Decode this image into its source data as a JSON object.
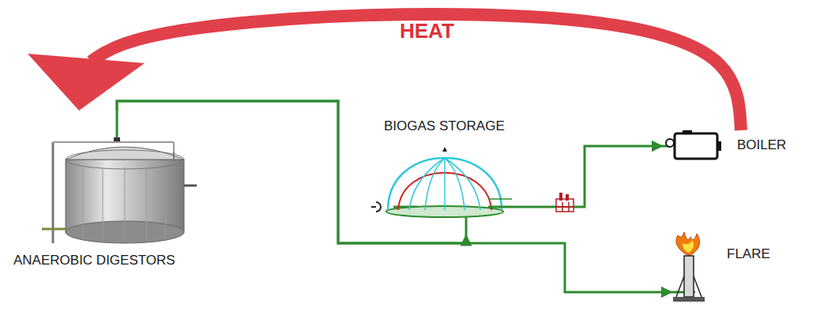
{
  "diagram": {
    "nodes": [
      {
        "text": [
          "ANAEROBIC DIGESTORS"
        ]
      },
      {
        "text": [
          "BIOGAS STORAGE"
        ]
      },
      {
        "text": [
          "BOILER"
        ]
      },
      {
        "text": [
          "FLARE"
        ]
      }
    ],
    "edges": [
      {
        "from": 2,
        "to": 0,
        "arrow": "to",
        "label": "HEAT"
      },
      {
        "from": 0,
        "to": 1,
        "arrow": "to"
      },
      {
        "from": 1,
        "to": 2,
        "arrow": "to"
      },
      {
        "from": 0,
        "to": 3,
        "arrow": "to"
      }
    ]
  }
}
